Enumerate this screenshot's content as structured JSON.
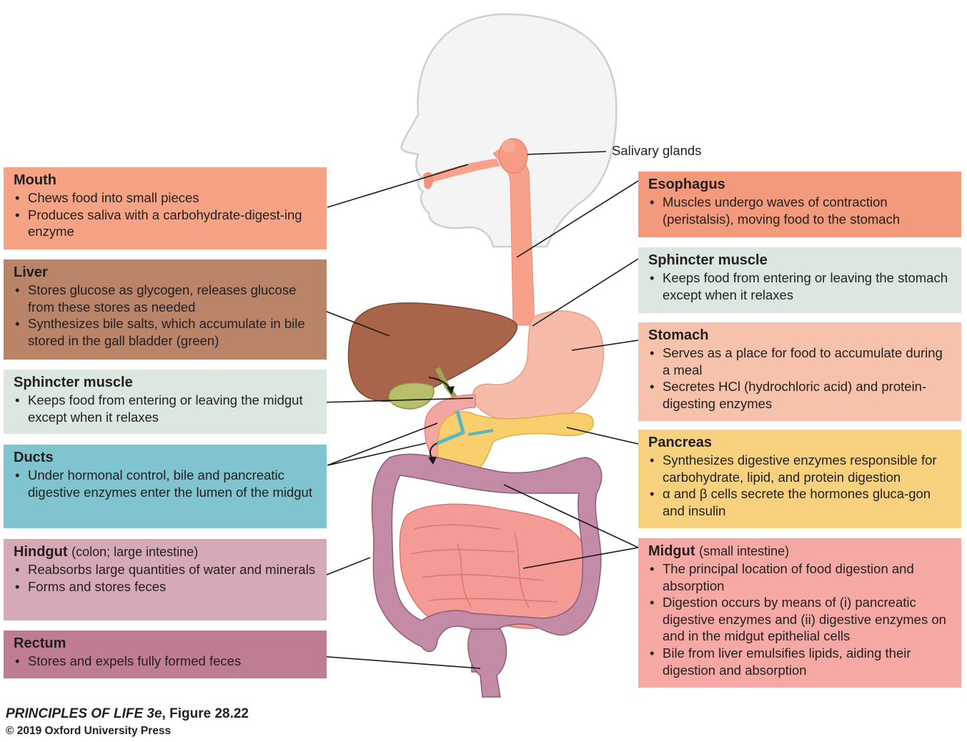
{
  "labels": {
    "salivary": "Salivary glands"
  },
  "boxes": {
    "mouth": {
      "title": "Mouth",
      "bullets": [
        "Chews food into small pieces",
        "Produces saliva with a carbohydrate-digest-ing enzyme"
      ],
      "color": "#f6a285"
    },
    "liver": {
      "title": "Liver",
      "bullets": [
        "Stores glucose as glycogen, releases glucose from these stores as needed",
        "Synthesizes bile salts, which accumulate in bile stored in the gall bladder (green)"
      ],
      "color": "#ba8469"
    },
    "sphincter_left": {
      "title": "Sphincter muscle",
      "bullets": [
        "Keeps food from entering or leaving the midgut except when it relaxes"
      ],
      "color": "#dce7df"
    },
    "ducts": {
      "title": "Ducts",
      "bullets": [
        "Under hormonal control, bile and pancreatic digestive enzymes enter the lumen of the midgut"
      ],
      "color": "#7fc4cf"
    },
    "hindgut": {
      "title": "Hindgut",
      "subtitle": "(colon; large intestine)",
      "bullets": [
        "Reabsorbs large quantities of water and minerals",
        "Forms and stores feces"
      ],
      "color": "#d6a9b6"
    },
    "rectum": {
      "title": "Rectum",
      "bullets": [
        "Stores and expels fully formed feces"
      ],
      "color": "#be7d91"
    },
    "esophagus": {
      "title": "Esophagus",
      "bullets": [
        "Muscles undergo waves of contraction (peristalsis), moving food to the stomach"
      ],
      "color": "#f39a7c"
    },
    "sphincter_right": {
      "title": "Sphincter muscle",
      "bullets": [
        "Keeps food from entering or leaving the stomach except when it relaxes"
      ],
      "color": "#dce7df"
    },
    "stomach": {
      "title": "Stomach",
      "bullets": [
        "Serves as a place for food to accumulate during a meal",
        "Secretes HCl (hydrochloric acid) and protein-digesting enzymes"
      ],
      "color": "#f6c2ac"
    },
    "pancreas": {
      "title": "Pancreas",
      "bullets": [
        "Synthesizes digestive enzymes responsible for carbohydrate, lipid, and protein digestion",
        "α and β cells secrete the hormones gluca-gon and insulin"
      ],
      "color": "#f8d17e"
    },
    "midgut": {
      "title": "Midgut",
      "subtitle": "(small intestine)",
      "bullets": [
        "The principal location of food digestion and absorption",
        "Digestion occurs by means of (i) pancreatic digestive enzymes and (ii) digestive enzymes on and in the midgut epithelial cells",
        "Bile from liver emulsifies lipids, aiding their digestion and absorption"
      ],
      "color": "#f5a8a4"
    }
  },
  "caption": {
    "book": "PRINCIPLES OF LIFE 3e",
    "figure": ", Figure 28.22",
    "copyright": "© 2019 Oxford University Press"
  }
}
